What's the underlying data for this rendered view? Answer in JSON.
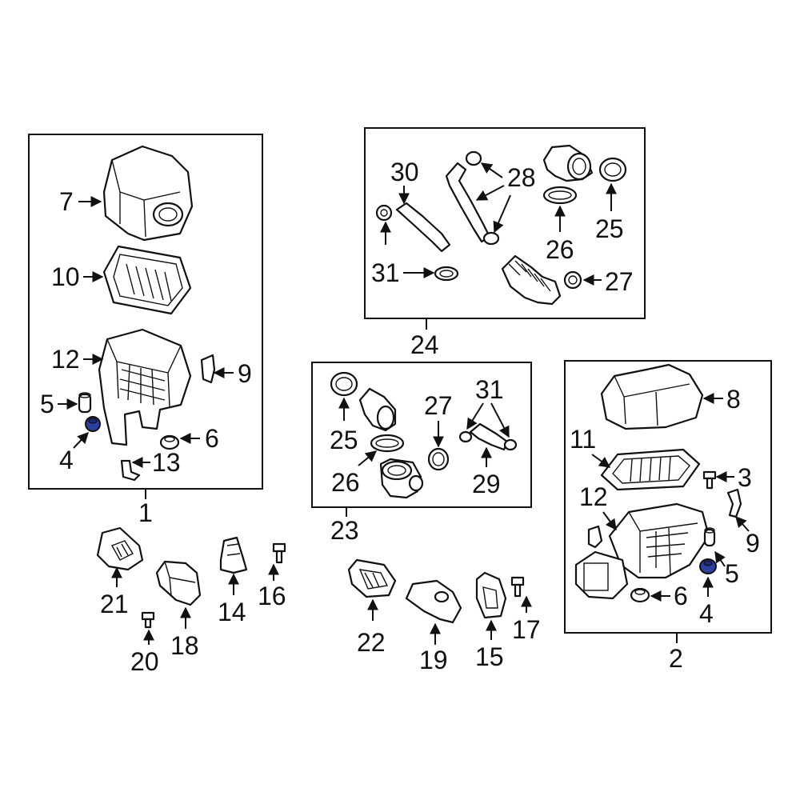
{
  "colors": {
    "line": "#111111",
    "highlight": "#2c3e9e",
    "background": "#ffffff"
  },
  "callouts": {
    "n1": "1",
    "n2": "2",
    "n3": "3",
    "n4": "4",
    "n5": "5",
    "n6": "6",
    "n7": "7",
    "n8": "8",
    "n9": "9",
    "n10": "10",
    "n11": "11",
    "n12": "12",
    "n13": "13",
    "n14": "14",
    "n15": "15",
    "n16": "16",
    "n17": "17",
    "n18": "18",
    "n19": "19",
    "n20": "20",
    "n21": "21",
    "n22": "22",
    "n23": "23",
    "n24": "24",
    "n25": "25",
    "n26": "26",
    "n27": "27",
    "n28": "28",
    "n29": "29",
    "n30": "30",
    "n31": "31"
  }
}
